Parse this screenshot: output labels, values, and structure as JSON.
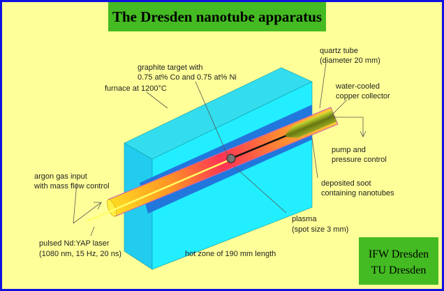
{
  "title": "The Dresden nanotube apparatus",
  "labels": {
    "graphite_1": "graphite target with",
    "graphite_2": "0.75 at% Co and 0.75 at% Ni",
    "quartz_1": "quartz tube",
    "quartz_2": "(diameter 20 mm)",
    "furnace": "furnace at 1200°C",
    "collector_1": "water-cooled",
    "collector_2": "copper collector",
    "pump_1": "pump and",
    "pump_2": "pressure control",
    "soot_1": "deposited soot",
    "soot_2": "containing nanotubes",
    "argon_1": "argon gas input",
    "argon_2": "with mass flow control",
    "plasma_1": "plasma",
    "plasma_2": "(spot size 3 mm)",
    "laser_1": "pulsed Nd:YAP laser",
    "laser_2": "(1080 nm, 15 Hz, 20 ns)",
    "hotzone": "hot zone of 190 mm length"
  },
  "institution": {
    "line1": "IFW Dresden",
    "line2": "TU Dresden"
  },
  "colors": {
    "background": "#ffff99",
    "border": "#1010e0",
    "title_box": "#44bb22",
    "furnace": "#22eeff"
  }
}
